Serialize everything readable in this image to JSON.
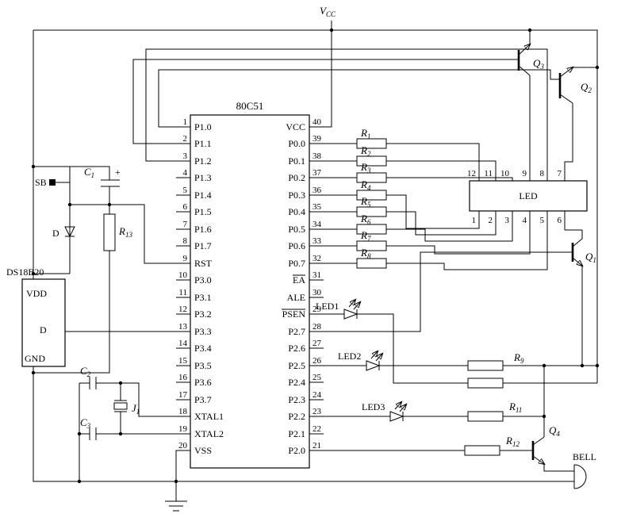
{
  "power": {
    "vcc_sym": "V",
    "vcc_sub": "CC"
  },
  "ic": {
    "name": "80C51",
    "left_pins": [
      {
        "num": "1",
        "name": "P1.0"
      },
      {
        "num": "2",
        "name": "P1.1"
      },
      {
        "num": "3",
        "name": "P1.2"
      },
      {
        "num": "4",
        "name": "P1.3"
      },
      {
        "num": "5",
        "name": "P1.4"
      },
      {
        "num": "6",
        "name": "P1.5"
      },
      {
        "num": "7",
        "name": "P1.6"
      },
      {
        "num": "8",
        "name": "P1.7"
      },
      {
        "num": "9",
        "name": "RST"
      },
      {
        "num": "10",
        "name": "P3.0"
      },
      {
        "num": "11",
        "name": "P3.1"
      },
      {
        "num": "12",
        "name": "P3.2"
      },
      {
        "num": "13",
        "name": "P3.3"
      },
      {
        "num": "14",
        "name": "P3.4"
      },
      {
        "num": "15",
        "name": "P3.5"
      },
      {
        "num": "16",
        "name": "P3.6"
      },
      {
        "num": "17",
        "name": "P3.7"
      },
      {
        "num": "18",
        "name": "XTAL1"
      },
      {
        "num": "19",
        "name": "XTAL2"
      },
      {
        "num": "20",
        "name": "VSS"
      }
    ],
    "right_pins": [
      {
        "num": "40",
        "name": "VCC"
      },
      {
        "num": "39",
        "name": "P0.0"
      },
      {
        "num": "38",
        "name": "P0.1"
      },
      {
        "num": "37",
        "name": "P0.2"
      },
      {
        "num": "36",
        "name": "P0.3"
      },
      {
        "num": "35",
        "name": "P0.4"
      },
      {
        "num": "34",
        "name": "P0.5"
      },
      {
        "num": "33",
        "name": "P0.6"
      },
      {
        "num": "32",
        "name": "P0.7"
      },
      {
        "num": "31",
        "name": "EA"
      },
      {
        "num": "30",
        "name": "ALE"
      },
      {
        "num": "29",
        "name": "PSEN"
      },
      {
        "num": "28",
        "name": "P2.7"
      },
      {
        "num": "27",
        "name": "P2.6"
      },
      {
        "num": "26",
        "name": "P2.5"
      },
      {
        "num": "25",
        "name": "P2.4"
      },
      {
        "num": "24",
        "name": "P2.3"
      },
      {
        "num": "23",
        "name": "P2.2"
      },
      {
        "num": "22",
        "name": "P2.1"
      },
      {
        "num": "21",
        "name": "P2.0"
      }
    ]
  },
  "seg_resistors": [
    {
      "sym": "R",
      "sub": "1"
    },
    {
      "sym": "R",
      "sub": "2"
    },
    {
      "sym": "R",
      "sub": "3"
    },
    {
      "sym": "R",
      "sub": "4"
    },
    {
      "sym": "R",
      "sub": "5"
    },
    {
      "sym": "R",
      "sub": "6"
    },
    {
      "sym": "R",
      "sub": "7"
    },
    {
      "sym": "R",
      "sub": "8"
    }
  ],
  "led_display": {
    "label": "LED",
    "top_pins": [
      "12",
      "11",
      "10",
      "9",
      "8",
      "7"
    ],
    "bottom_pins": [
      "1",
      "2",
      "3",
      "4",
      "5",
      "6"
    ]
  },
  "transistors": {
    "q1": {
      "sym": "Q",
      "sub": "1"
    },
    "q2": {
      "sym": "Q",
      "sub": "2"
    },
    "q3": {
      "sym": "Q",
      "sub": "3"
    },
    "q4": {
      "sym": "Q",
      "sub": "4"
    }
  },
  "indicator_leds": {
    "led1": "LED1",
    "led2": "LED2",
    "led3": "LED3"
  },
  "resistors": {
    "r9": {
      "sym": "R",
      "sub": "9"
    },
    "r11": {
      "sym": "R",
      "sub": "11"
    },
    "r12": {
      "sym": "R",
      "sub": "12"
    },
    "r13": {
      "sym": "R",
      "sub": "13"
    }
  },
  "sensor": {
    "name": "DS18B20",
    "pin_vdd": "VDD",
    "pin_d": "D",
    "pin_gnd": "GND"
  },
  "reset": {
    "switch_label": "SB",
    "diode_label": "D",
    "cap_sym": "C",
    "cap_sub": "1",
    "cap_plus": "+"
  },
  "crystal": {
    "c2_sym": "C",
    "c2_sub": "2",
    "c3_sym": "C",
    "c3_sub": "3",
    "j_sym": "J",
    "j_sub": "1"
  },
  "bell_label": "BELL"
}
